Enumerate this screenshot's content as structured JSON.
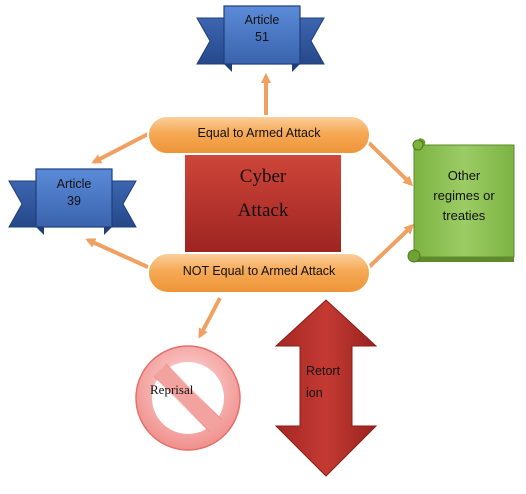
{
  "article51": {
    "line1": "Article",
    "line2": "51"
  },
  "article39": {
    "line1": "Article",
    "line2": "39"
  },
  "equal_pill": "Equal to Armed Attack",
  "not_equal_pill": "NOT Equal to Armed Attack",
  "cyber_box": {
    "line1": "Cyber",
    "line2": "Attack"
  },
  "other_regimes": {
    "line1": "Other",
    "line2": "regimes or",
    "line3": "treaties"
  },
  "reprisal": "Reprisal",
  "retortion": {
    "line1": "Retort",
    "line2": "ion"
  },
  "colors": {
    "banner_blue": "#4472c4",
    "pill_orange": "#f4a24e",
    "cyber_red": "#c0392b",
    "scroll_green": "#8bc34a",
    "arrow_orange": "#f0a060",
    "reprisal_pink": "#f4a6a6",
    "retortion_red": "#b52b27"
  }
}
